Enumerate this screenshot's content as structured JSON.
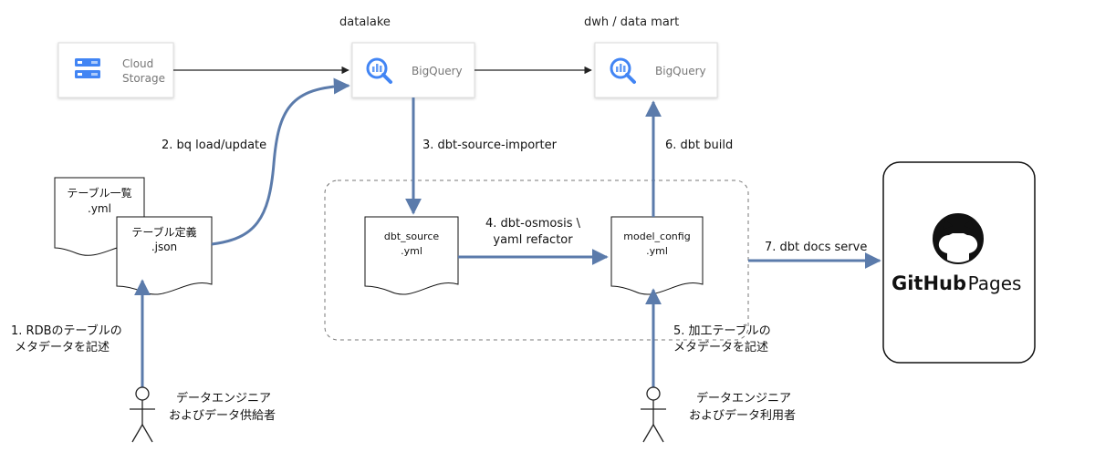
{
  "diagram": {
    "zones": {
      "datalake": "datalake",
      "dwh": "dwh / data mart"
    },
    "nodes": {
      "cloud_storage": {
        "line1": "Cloud",
        "line2": "Storage",
        "icon": "cloud-storage-icon"
      },
      "bigquery_lake": {
        "label": "BigQuery",
        "icon": "bigquery-icon"
      },
      "bigquery_dwh": {
        "label": "BigQuery",
        "icon": "bigquery-icon"
      },
      "table_list_doc": {
        "line1": "テーブル一覧",
        "line2": ".yml"
      },
      "table_def_doc": {
        "line1": "テーブル定義",
        "line2": ".json"
      },
      "dbt_source_doc": {
        "line1": "dbt_source",
        "line2": ".yml"
      },
      "model_config_doc": {
        "line1": "model_config",
        "line2": ".yml"
      },
      "github_pages": {
        "brand": "GitHub",
        "suffix": "Pages",
        "icon": "github-octocat-icon"
      },
      "actor_provider": {
        "line1": "データエンジニア",
        "line2": "およびデータ供給者"
      },
      "actor_user": {
        "line1": "データエンジニア",
        "line2": "およびデータ利用者"
      }
    },
    "steps": {
      "s1_line1": "1. RDBのテーブルの",
      "s1_line2": "メタデータを記述",
      "s2": "2. bq load/update",
      "s3": "3. dbt-source-importer",
      "s4_line1": "4. dbt-osmosis \\",
      "s4_line2": "yaml refactor",
      "s5_line1": "5. 加工テーブルの",
      "s5_line2": "メタデータを記述",
      "s6": "6. dbt build",
      "s7": "7. dbt docs serve"
    },
    "colors": {
      "flow_arrow": "#5b7bab",
      "plain_arrow": "#222222",
      "gcp_blue": "#4285f4",
      "node_border": "#dddddd"
    }
  }
}
